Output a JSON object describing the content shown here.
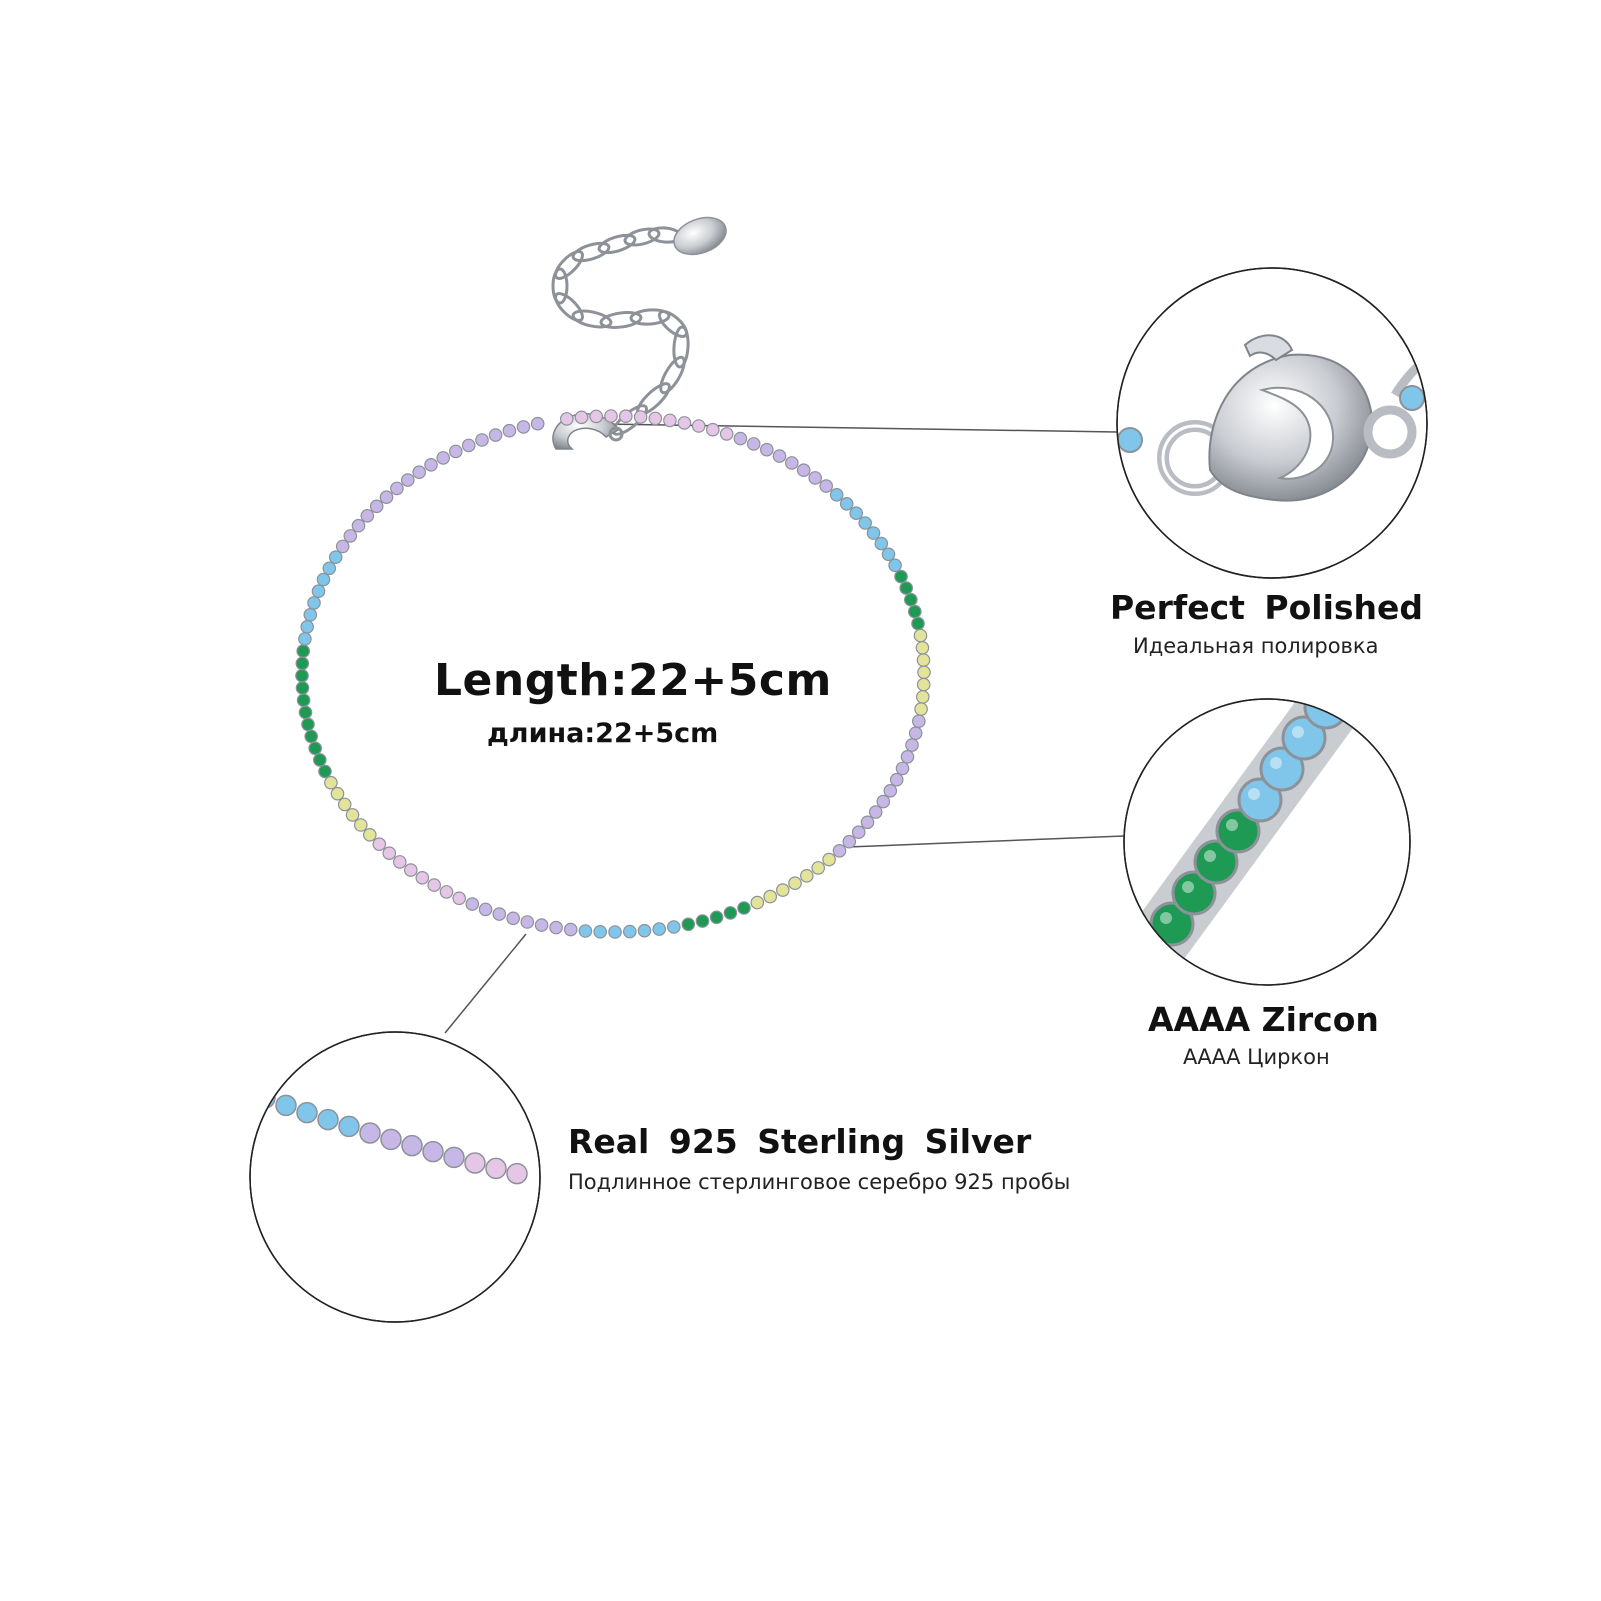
{
  "image": {
    "background": "#ffffff",
    "colors": {
      "silver": "#c9ccd1",
      "silver_dark": "#8d9299",
      "stone_purple": "#c7b7e6",
      "stone_pink": "#e6c6e6",
      "stone_blue": "#7fc6ea",
      "stone_green": "#1e9a55",
      "stone_yellow": "#e4e39a",
      "line": "#555555"
    }
  },
  "center_label": {
    "length": "Length:22+5cm",
    "length_ru": "длина:22+5cm"
  },
  "features": [
    {
      "title": "Perfect  Polished",
      "subtitle": "Идеальная полировка",
      "icon": "clasp-closeup-icon"
    },
    {
      "title": "AAAA Zircon",
      "subtitle": "АААА Циркон",
      "icon": "zircon-closeup-icon"
    },
    {
      "title": "Real 925  Sterling  Silver",
      "subtitle": "Подлинное стерлинговое серебро 925 пробы",
      "icon": "silver-closeup-icon"
    }
  ]
}
